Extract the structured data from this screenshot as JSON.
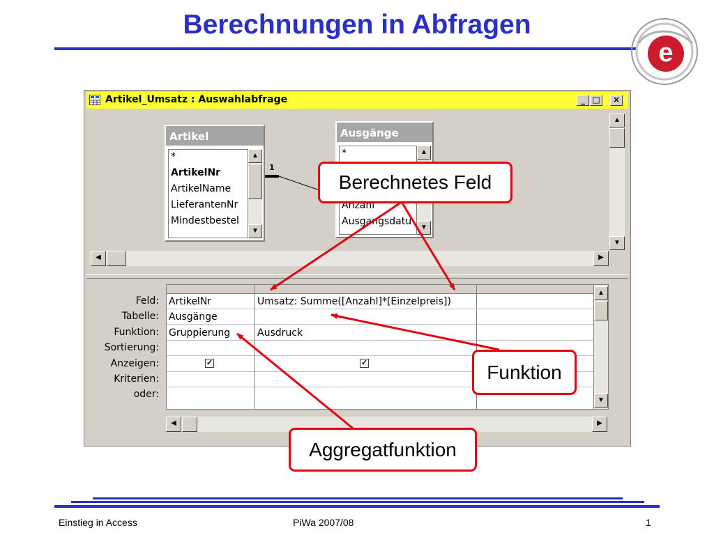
{
  "slide": {
    "title": "Berechnungen in Abfragen",
    "logo_letter": "e"
  },
  "window": {
    "title": "Artikel_Umsatz : Auswahlabfrage",
    "buttons": {
      "minimize": "_",
      "maximize": "□",
      "close": "×"
    }
  },
  "tables": {
    "artikel": {
      "name": "Artikel",
      "fields": [
        "*",
        "ArtikelNr",
        "ArtikelName",
        "LieferantenNr",
        "Mindestbestel"
      ]
    },
    "ausgaenge": {
      "name": "Ausgänge",
      "fields": [
        "*",
        "Anzahl",
        "Ausgangsdatu"
      ]
    },
    "relation_label": "1"
  },
  "grid": {
    "row_labels": [
      "Feld:",
      "Tabelle:",
      "Funktion:",
      "Sortierung:",
      "Anzeigen:",
      "Kriterien:",
      "oder:"
    ],
    "columns": [
      {
        "feld": "ArtikelNr",
        "tabelle": "Ausgänge",
        "funktion": "Gruppierung",
        "anzeigen": true
      },
      {
        "feld": "Umsatz: Summe([Anzahl]*[Einzelpreis])",
        "tabelle": "",
        "funktion": "Ausdruck",
        "anzeigen": true
      }
    ]
  },
  "callouts": {
    "berechnetes_feld": "Berechnetes Feld",
    "funktion": "Funktion",
    "aggregatfunktion": "Aggregatfunktion"
  },
  "colors": {
    "accent_blue": "#2a2fc8",
    "callout_red": "#e3000f",
    "titlebar_yellow": "#ffff33"
  },
  "footer": {
    "left": "Einstieg in Access",
    "center": "PiWa 2007/08",
    "right": "1"
  }
}
